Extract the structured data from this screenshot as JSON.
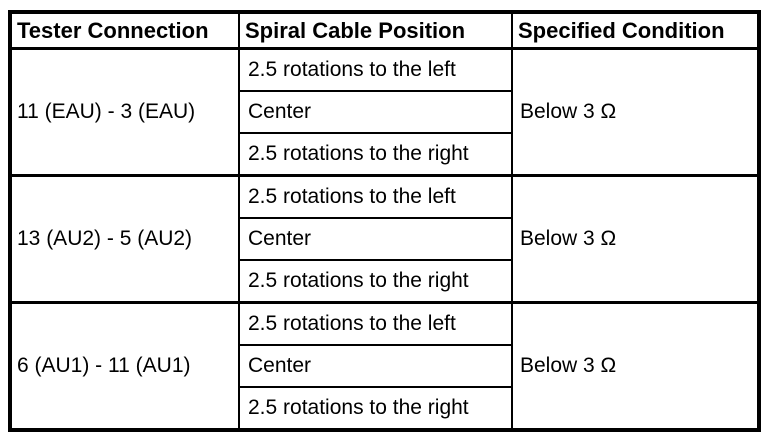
{
  "table": {
    "title": "spiral-cable-resistance-check",
    "headers": [
      "Tester Connection",
      "Spiral Cable Position",
      "Specified Condition"
    ],
    "groups": [
      {
        "tester_connection": "11 (EAU) - 3 (EAU)",
        "positions": [
          "2.5 rotations to the left",
          "Center",
          "2.5 rotations to the right"
        ],
        "specified_condition": "Below 3 Ω"
      },
      {
        "tester_connection": "13 (AU2) - 5 (AU2)",
        "positions": [
          "2.5 rotations to the left",
          "Center",
          "2.5 rotations to the right"
        ],
        "specified_condition": "Below 3 Ω"
      },
      {
        "tester_connection": "6 (AU1) - 11 (AU1)",
        "positions": [
          "2.5 rotations to the left",
          "Center",
          "2.5 rotations to the right"
        ],
        "specified_condition": "Below 3 Ω"
      }
    ],
    "colors": {
      "border": "#000000",
      "background": "#ffffff",
      "text": "#000000"
    }
  }
}
